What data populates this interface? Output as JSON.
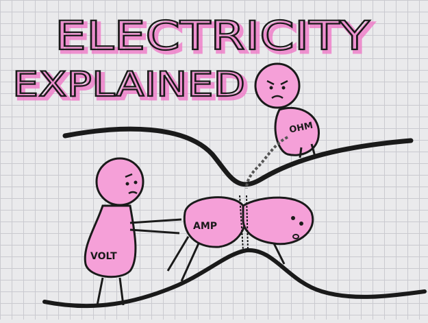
{
  "title": {
    "line1": "ELECTRICITY",
    "line2": "EXPLAINED"
  },
  "characters": {
    "ohm": {
      "label": "OHM"
    },
    "volt": {
      "label": "VOLT"
    },
    "amp": {
      "label": "AMP"
    }
  },
  "colors": {
    "ink": "#1a1a1a",
    "highlight": "#f07ac8",
    "paper": "#eaeaec",
    "grid": "#c9c9cf"
  }
}
